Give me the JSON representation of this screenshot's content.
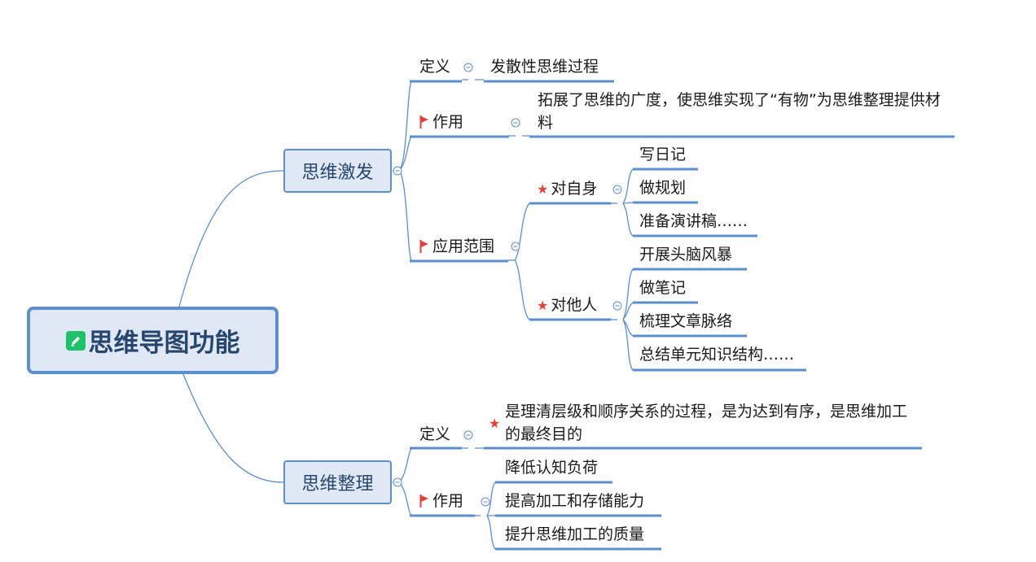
{
  "root": {
    "label": "思维导图功能",
    "icon": "edit-icon"
  },
  "branch1": {
    "label": "思维激发",
    "def_label": "定义",
    "def_text": "发散性思维过程",
    "role_label": "作用",
    "role_text": "拓展了思维的广度，使思维实现了“有物”为思维整理提供材料",
    "app_label": "应用范围",
    "self_label": "对自身",
    "self_items": [
      "写日记",
      "做规划",
      "准备演讲稿……"
    ],
    "others_label": "对他人",
    "others_items": [
      "开展头脑风暴",
      "做笔记",
      "梳理文章脉络",
      "总结单元知识结构……"
    ]
  },
  "branch2": {
    "label": "思维整理",
    "def_label": "定义",
    "def_text": "是理清层级和顺序关系的过程，是为达到有序，是思维加工的最终目的",
    "role_label": "作用",
    "role_items": [
      "降低认知负荷",
      "提高加工和存储能力",
      "提升思维加工的质量"
    ]
  },
  "colors": {
    "line": "#5b8fd0",
    "node_fill": "#dfe8f4",
    "flag": "#e0433a",
    "star": "#e0433a",
    "icon": "#1ec26a"
  }
}
